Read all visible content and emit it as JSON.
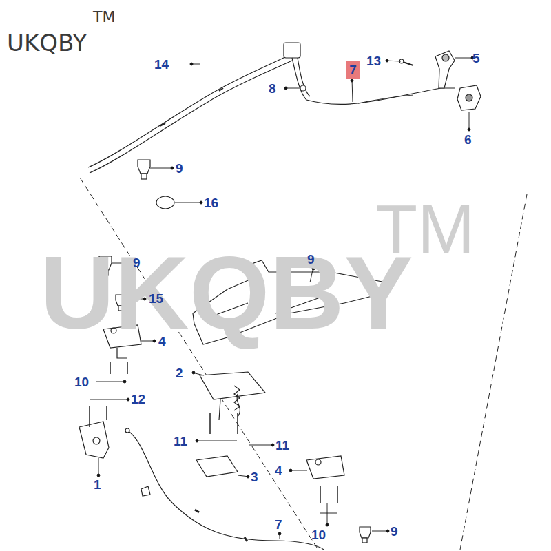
{
  "diagram": {
    "nodes": [
      {
        "text": [
          "7"
        ]
      }
    ],
    "edges": [],
    "labels": [
      "UKQBY",
      "TM",
      "UKQBY",
      "TM",
      "14",
      "13",
      "5",
      "8",
      "6",
      "9",
      "16",
      "9",
      "15",
      "9",
      "4",
      "2",
      "10",
      "12",
      "11",
      "11",
      "1",
      "4",
      "3",
      "7",
      "10",
      "9"
    ]
  }
}
